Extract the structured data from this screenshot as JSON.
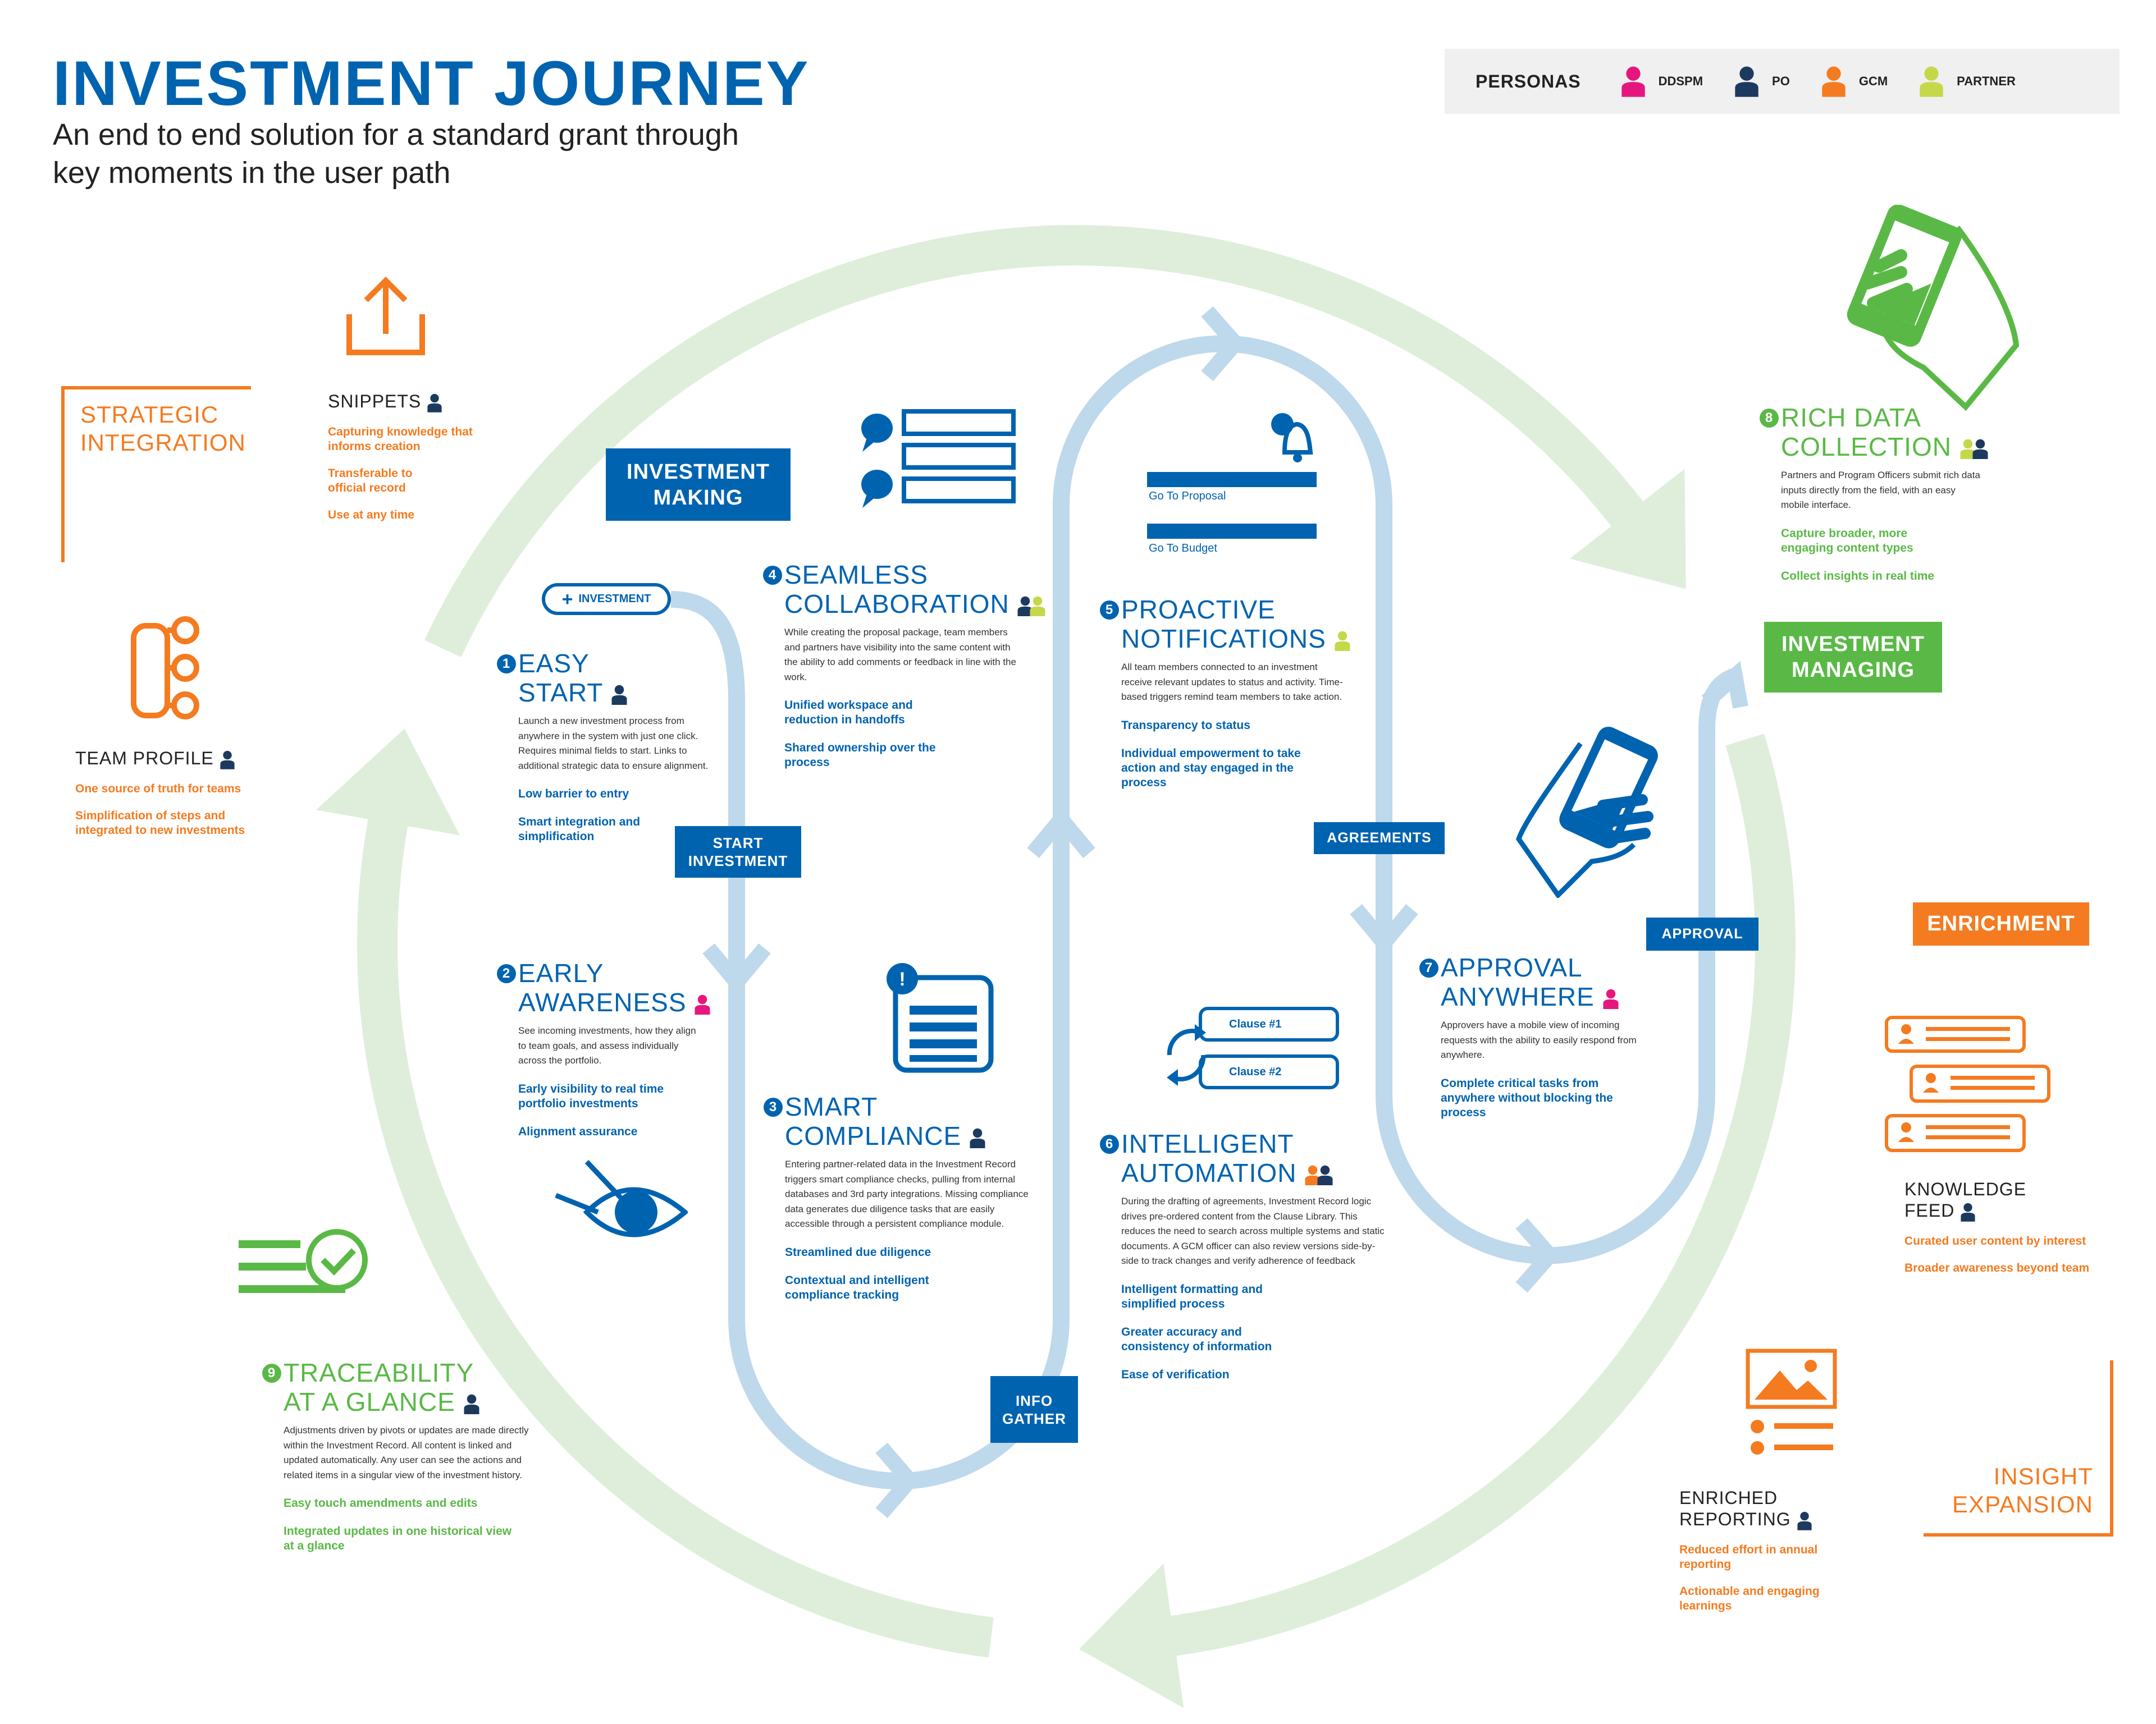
{
  "header": {
    "title": "INVESTMENT JOURNEY",
    "subtitle": "An end to end solution for a standard grant through key moments in the user path"
  },
  "personas": {
    "label": "PERSONAS",
    "items": [
      {
        "id": "ddspm",
        "name": "DDSPM",
        "color": "#e5177e"
      },
      {
        "id": "po",
        "name": "PO",
        "color": "#1c3a5e"
      },
      {
        "id": "gcm",
        "name": "GCM",
        "color": "#f47b20"
      },
      {
        "id": "partner",
        "name": "PARTNER",
        "color": "#c5d84a"
      }
    ]
  },
  "colors": {
    "primary_blue": "#0063b0",
    "path_blue": "#bed8ec",
    "green": "#5ab946",
    "cycle_green": "#dfeedb",
    "orange": "#f47b20"
  },
  "phases": {
    "investment_making": "INVESTMENT MAKING",
    "investment_managing": "INVESTMENT MANAGING",
    "enrichment": "ENRICHMENT"
  },
  "milestones": {
    "investment_pill": "INVESTMENT",
    "start_investment": "START INVESTMENT",
    "info_gather": "INFO GATHER",
    "agreements": "AGREEMENTS",
    "approval": "APPROVAL"
  },
  "notification_links": [
    "Go To Proposal",
    "Go To Budget"
  ],
  "clauses": [
    "Clause #1",
    "Clause #2"
  ],
  "strategic_integration": "STRATEGIC INTEGRATION",
  "insight_expansion": "INSIGHT EXPANSION",
  "snippets": {
    "title": "SNIPPETS",
    "items": [
      "Capturing knowledge that informs creation",
      "Transferable to official record",
      "Use at any time"
    ]
  },
  "team_profile": {
    "title": "TEAM PROFILE",
    "items": [
      "One source of truth for teams",
      "Simplification of steps and integrated to new investments"
    ]
  },
  "knowledge_feed": {
    "title": "KNOWLEDGE FEED",
    "items": [
      "Curated user content by interest",
      "Broader awareness beyond team"
    ]
  },
  "enriched_reporting": {
    "title": "ENRICHED REPORTING",
    "items": [
      "Reduced effort in annual reporting",
      "Actionable and engaging learnings"
    ]
  },
  "steps": [
    {
      "number": "1",
      "title_line1": "EASY",
      "title_line2": "START",
      "personas": [
        "po"
      ],
      "description": "Launch a new investment process from anywhere in the system with just one click. Requires minimal fields to start. Links to additional strategic data to ensure alignment.",
      "benefits": [
        "Low barrier to entry",
        "Smart integration and simplification"
      ]
    },
    {
      "number": "2",
      "title_line1": "EARLY",
      "title_line2": "AWARENESS",
      "personas": [
        "ddspm"
      ],
      "description": "See incoming investments, how they align to team goals, and assess individually across the portfolio.",
      "benefits": [
        "Early visibility to real time portfolio investments",
        "Alignment assurance"
      ]
    },
    {
      "number": "3",
      "title_line1": "SMART",
      "title_line2": "COMPLIANCE",
      "personas": [
        "po"
      ],
      "description": "Entering partner-related data in the Investment Record triggers smart compliance checks, pulling from internal databases and 3rd party integrations. Missing compliance data generates due diligence tasks that are easily accessible through a persistent compliance module.",
      "benefits": [
        "Streamlined due diligence",
        "Contextual and intelligent compliance tracking"
      ]
    },
    {
      "number": "4",
      "title_line1": "SEAMLESS",
      "title_line2": "COLLABORATION",
      "personas": [
        "po",
        "partner"
      ],
      "description": "While creating the proposal package, team members and partners have visibility into the same content with the ability to add comments or feedback in line with the work.",
      "benefits": [
        "Unified workspace and reduction in handoffs",
        "Shared ownership over the process"
      ]
    },
    {
      "number": "5",
      "title_line1": "PROACTIVE",
      "title_line2": "NOTIFICATIONS",
      "personas": [
        "partner"
      ],
      "description": "All team members connected to an investment receive relevant updates to status and activity. Time-based triggers remind team members to take action.",
      "benefits": [
        "Transparency to status",
        "Individual empowerment to take action and stay engaged in the process"
      ]
    },
    {
      "number": "6",
      "title_line1": "INTELLIGENT",
      "title_line2": "AUTOMATION",
      "personas": [
        "gcm",
        "po"
      ],
      "description": "During the drafting of agreements, Investment Record logic drives pre-ordered content from the Clause Library. This reduces the need to search across multiple systems and static documents. A GCM officer can also review versions side-by-side to track changes and verify adherence of feedback",
      "benefits": [
        "Intelligent formatting and simplified process",
        "Greater accuracy and consistency of information",
        "Ease of verification"
      ]
    },
    {
      "number": "7",
      "title_line1": "APPROVAL",
      "title_line2": "ANYWHERE",
      "personas": [
        "ddspm"
      ],
      "description": "Approvers have a mobile view of incoming requests with the ability to easily respond from anywhere.",
      "benefits": [
        "Complete critical tasks from anywhere without blocking the process"
      ]
    },
    {
      "number": "8",
      "title_line1": "RICH DATA",
      "title_line2": "COLLECTION",
      "personas": [
        "partner",
        "po"
      ],
      "description": "Partners and Program Officers submit rich data inputs directly from the field, with an easy mobile interface.",
      "benefits": [
        "Capture broader, more engaging content types",
        "Collect insights in real time"
      ]
    },
    {
      "number": "9",
      "title_line1": "TRACEABILITY",
      "title_line2": "AT A GLANCE",
      "personas": [
        "po"
      ],
      "description": "Adjustments driven by pivots or updates are made directly within the Investment Record. All content is linked and updated automatically. Any user can see the actions and related items in a singular view of the investment history.",
      "benefits": [
        "Easy touch amendments and edits",
        "Integrated updates in one historical view at a glance"
      ]
    }
  ]
}
